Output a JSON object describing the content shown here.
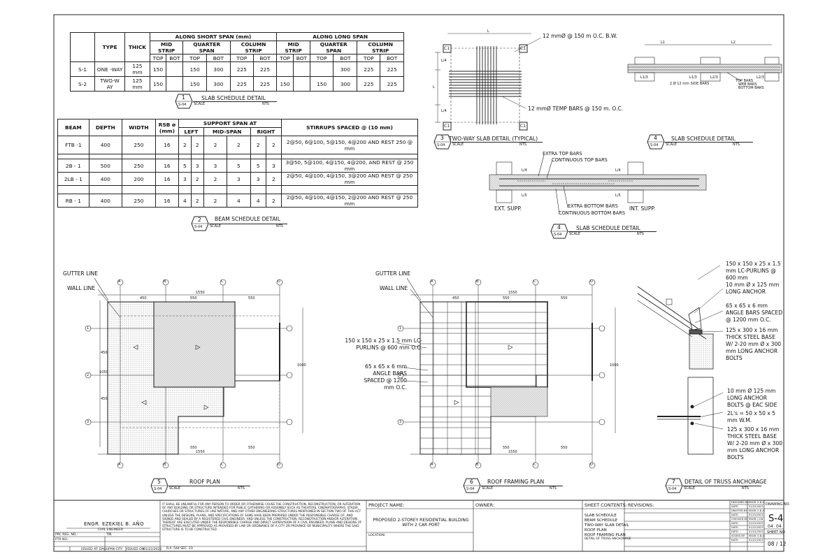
{
  "slab_schedule": {
    "h_type": "TYPE",
    "h_thick": "THICK",
    "h_short": "ALONG SHORT SPAN (mm)",
    "h_long": "ALONG LONG SPAN",
    "h_mid": "MID STRIP",
    "h_quarter": "QUARTER  SPAN",
    "h_column": "COLUMN STRIP",
    "h_top": "TOP",
    "h_bot": "BOT",
    "rows": [
      [
        "S-1",
        "ONE -WAY",
        "125 mm",
        "150",
        "",
        "150",
        "300",
        "225",
        "225",
        "",
        "",
        "",
        "300",
        "225",
        "225"
      ],
      [
        "S-2",
        "TWO-W AY",
        "125 mm",
        "150",
        "",
        "150",
        "300",
        "225",
        "225",
        "150",
        "",
        "150",
        "300",
        "225",
        "225"
      ]
    ]
  },
  "beam_schedule": {
    "headers": [
      "BEAM",
      "DEPTH",
      "WIDTH",
      "RSB ø (mm)",
      "SUPPORT SPAN AT",
      "STIRRUPS SPACED @ (10 mm)"
    ],
    "sub": [
      "LEFT",
      "MID-SPAN",
      "RIGHT"
    ],
    "rows": [
      [
        "FTB -1",
        "400",
        "250",
        "16",
        "2",
        "2",
        "2",
        "2",
        "2",
        "2",
        "2@50, 6@100, 5@150, 4@200 AND REST 250 @ mm"
      ],
      [
        "2B - 1",
        "500",
        "250",
        "16",
        "5",
        "3",
        "3",
        "5",
        "5",
        "3",
        "3@50, 5@100, 4@150, 4@200, AND REST @ 250 mm"
      ],
      [
        "2LB - 1",
        "400",
        "200",
        "16",
        "3",
        "2",
        "2",
        "3",
        "3",
        "2",
        "2@50, 4@100, 4@150, 3@200 AND REST @ 250 mm"
      ],
      [
        "RB - 1",
        "400",
        "250",
        "16",
        "4",
        "2",
        "2",
        "4",
        "4",
        "2",
        "2@50, 4@100, 4@150, 2@200 AND REST @ 250 mm"
      ]
    ]
  },
  "titles": {
    "t1": {
      "num": "1",
      "sheet": "S-04",
      "title": "SLAB SCHEDULE DETAIL",
      "scale": "SCALE",
      "nts": "NTS"
    },
    "t2": {
      "num": "2",
      "sheet": "S-04",
      "title": "BEAM SCHEDULE DETAIL",
      "scale": "SCALE",
      "nts": "NTS"
    },
    "t3": {
      "num": "3",
      "sheet": "S-04",
      "title": "TWO-WAY SLAB DETAIL (TYPICAL)",
      "scale": "SCALE",
      "nts": "NTS"
    },
    "t4a": {
      "num": "4",
      "sheet": "S-04",
      "title": "SLAB SCHEDULE DETAIL",
      "scale": "SCALE",
      "nts": "NTS"
    },
    "t4b": {
      "num": "4",
      "sheet": "S-04",
      "title": "SLAB SCHEDULE DETAIL",
      "scale": "SCALE",
      "nts": "NTS"
    },
    "t5": {
      "num": "5",
      "sheet": "S-04",
      "title": "ROOF PLAN",
      "scale": "SCALE",
      "nts": "NTS"
    },
    "t6": {
      "num": "6",
      "sheet": "S-04",
      "title": "ROOF FRAMING PLAN",
      "scale": "SCALE",
      "nts": "NTS"
    },
    "t7": {
      "num": "7",
      "sheet": "S-04",
      "title": "DETAIL OF TRUSS ANCHORAGE",
      "scale": "SCALE",
      "nts": "NTS"
    }
  },
  "slab_detail": {
    "top_note": "12 mmØ @ 150 m O.C. B.W.",
    "bot_note": "12 mmØ TEMP BARS @ 150 m. O.C.",
    "col": "C1",
    "l": "L",
    "l4": "L/4"
  },
  "section_labels": {
    "l1": "L1",
    "l2": "L2",
    "l1_3": "L1/3",
    "l2_3": "L2/3",
    "side_bars": "2 Ø 12 mm SIDE BARS",
    "top_bars": "TOP BARS",
    "web_bars": "WEB BARS",
    "bottom_bars": "BOTTOM BARS"
  },
  "beam_section": {
    "extra_top": "EXTRA TOP BARS",
    "cont_top": "CONTINUOUS TOP BARS",
    "extra_bot": "EXTRA BOTTOM BARS",
    "cont_bot": "CONTINUOUS BOTTOM BARS",
    "ext": "EXT. SUPP.",
    "int": "INT. SUPP.",
    "l4": "L/4",
    "l5": "L/5"
  },
  "roof_plan": {
    "gutter": "GUTTER LINE",
    "wall": "WALL LINE",
    "grid_cols": [
      "A",
      "B",
      "C",
      "D"
    ],
    "grid_rows": [
      "1",
      "2",
      "3"
    ],
    "dims_top": [
      "1550",
      "450",
      "550",
      "550"
    ],
    "dims_left": [
      "450",
      "1050",
      "450"
    ],
    "dim_right": "1000"
  },
  "framing": {
    "purlins": "150 x 150 x 25 x 1.5 mm LC-PURLINS  @ 600 mm O.C.",
    "angle": "65 x 65 x 6 mm ANGLE BARS SPACED @ 1200 mm O.C."
  },
  "truss": {
    "n1": "150 x 150 x 25 x 1.5 mm LC-PURLINS @ 600 mm",
    "n2": "10 mm Ø x 125 mm LONG ANCHOR BOLTS @ EAC",
    "n3": "65 x 65 x 6 mm ANGLE BARS SPACED @ 1200 mm O.C.",
    "n4": "125 x 300 x 16 mm THICK STEEL BASE W/ 2-20 mm Ø x 300 mm LONG ANCHOR BOLTS",
    "n5": "10 mm Ø 125 mm LONG ANCHOR BOLTS @ EAC SIDE",
    "n6": "2L's = 50 x 50 x 5 mm W.M.",
    "n7": "125 x 300 x 16 mm THICK STEEL BASE W/ 2-20 mm Ø x 300 mm LONG ANCHOR BOLTS"
  },
  "title_block": {
    "engineer": "ENGR. EZEKIEL B. AÑO",
    "engineer_role": "CIVIL ENGINEER",
    "prc": "PRC REG. NO.:",
    "tin": "TIN",
    "ptr": "PTR NO.:",
    "issued_at": "ISSUED AT:  DAGUPAN CITY",
    "issued_on": "ISSUED ON:",
    "issued_date": "01/22/2023",
    "ra": "R.A. 544 SEC. 23",
    "legal": "IT SHALL BE UNLAWFUL FOR ANY PERSON TO ORDER OR OTHERWISE CAUSE THE CONSTRUCTION, RECONSTRUCTION, OR ALTERATION OF ANY BUILDING OR STRUCTURE INTENDED FOR PUBLIC GATHERING OR ASSEMBLY SUCH AS THEATERS, CINEMATOGRAPHS, STADIA, CHURCHES OR STRUCTURES OF LIKE NATURE, AND ANY OTHER ENGINEERING STRUCTURES MENTIONED IN SECTION TWO OF THIS ACT UNLESS THE DESIGNS, PLANS, AND SPECIFICATIONS OF SAME HAVE BEEN PREPARED UNDER THE RESPONSIBLE CHARGE OF, AND SIGNED AND SEALED BY A REGISTERED CIVIL ENGINEER, AND UNLESS THE CONSTRUCTION, RECONSTRUCTION AND/OR ALTERATION THEREOF ARE EXECUTED UNDER THE RESPONSIBLE CHARGE AND DIRECT SUPERVISION OF A CIVIL ENGINEER. PLANS AND DESIGNS OF STRUCTURES MUST BE APPROVED AS PROVIDED BY LAW OR ORDINANCE OF A CITY OR PROVINCE OR MUNICIPALITY WHERE THE SAID STRUCTURE IS TO BE CONSTRUCTED.",
    "project_label": "PROJECT NAME:",
    "project": "PROPOSED 2-STOREY RESIDENTIAL BUILDING WITH 2 CAR PORT",
    "location": "LOCATION:",
    "owner": "OWNER:",
    "sheet_contents": "SHEET CONTENTS:",
    "contents": [
      "SLAB SCHEDULE",
      "BEAM SCHEDULE",
      "TWO-WAY SLAB DETAIL",
      "ROOF PLAN",
      "ROOF FRAMING PLAN",
      "DETAIL OF TRUSS ANCHORAGE"
    ],
    "revisions": "REVISIONS:",
    "designed": "DESIGNED BY:",
    "drafted": "DRAFTED BY:",
    "checked": "CHECKED BY:",
    "issued": "ISSUED BY:",
    "date": "DATE:",
    "by": "ENGR. E.B.A.",
    "by2": "ENGR. J.V.B.",
    "date_val": "01/22/2023",
    "drawing_no": "DRAWING NO.",
    "drawing": "S-4",
    "of": "04",
    "of2": "04",
    "sheet_no": "SHEET NO.",
    "sheet": "08 / 12"
  }
}
